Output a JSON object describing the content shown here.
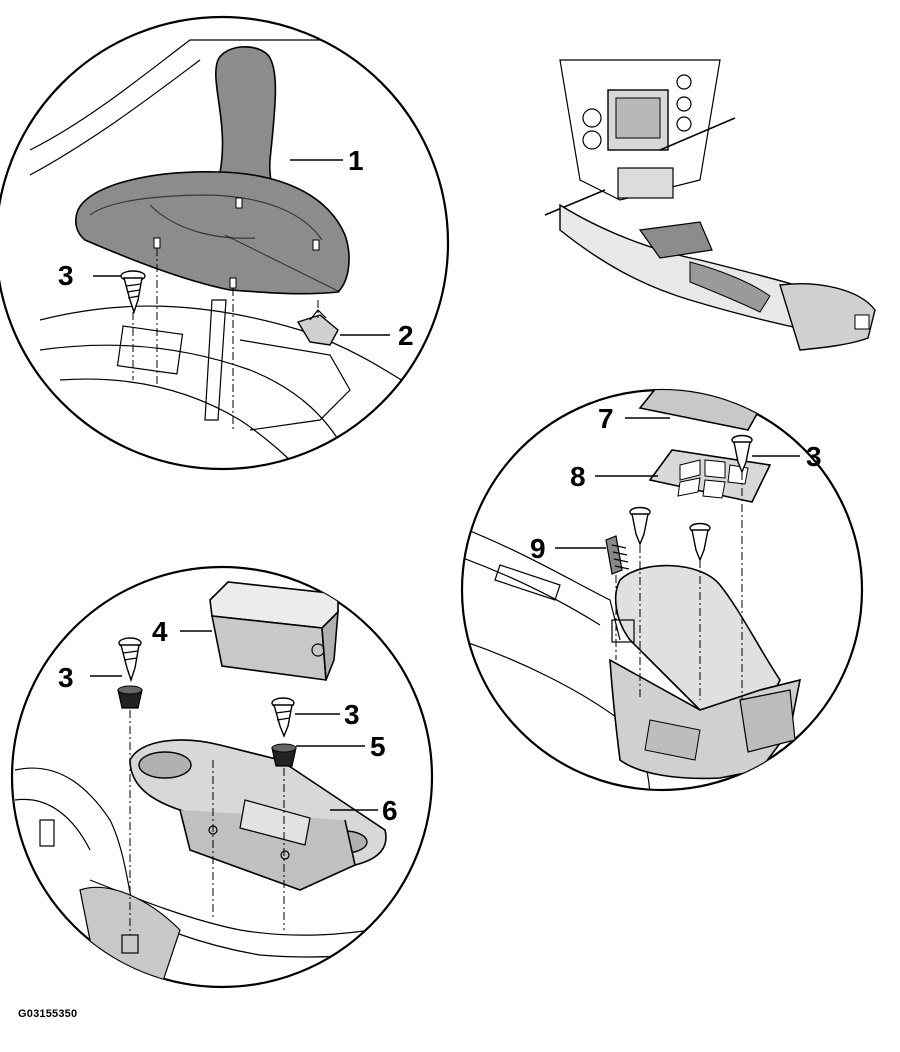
{
  "figure_id": "G03155350",
  "callouts": {
    "c1": "1",
    "c2": "2",
    "c3a": "3",
    "c3b": "3",
    "c3c": "3",
    "c3d": "3",
    "c4": "4",
    "c5": "5",
    "c6": "6",
    "c7": "7",
    "c8": "8",
    "c9": "9"
  },
  "colors": {
    "boot_fill": "#8c8c8c",
    "part_fill": "#c8c8c8",
    "light_fill": "#ececec",
    "line": "#000000"
  }
}
